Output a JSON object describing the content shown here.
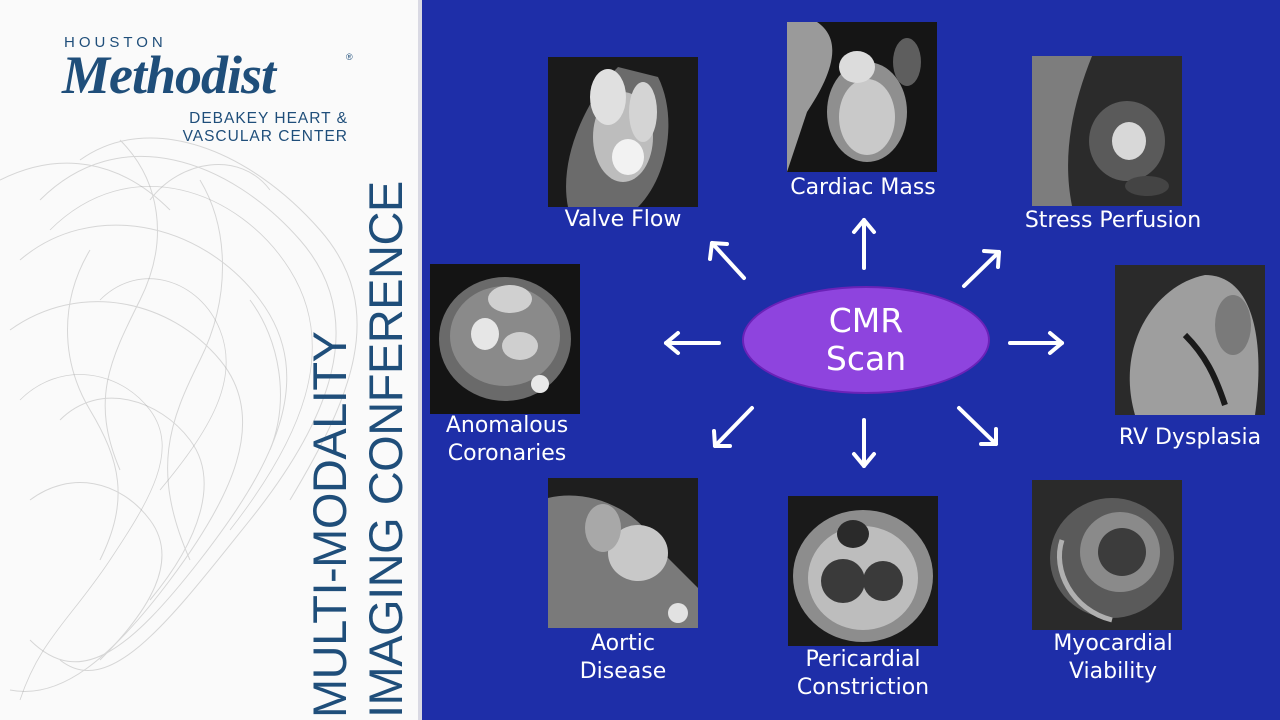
{
  "branding": {
    "top_line": "HOUSTON",
    "name": "Methodist",
    "reg_mark": "®",
    "sub_line_1": "DEBAKEY HEART &",
    "sub_line_2": "VASCULAR CENTER"
  },
  "conference_title": {
    "line_1": "MULTI-MODALITY",
    "line_2": "IMAGING CONFERENCE"
  },
  "diagram": {
    "center": {
      "line_1": "CMR",
      "line_2": "Scan"
    },
    "nodes": [
      {
        "id": "valve-flow",
        "label_lines": [
          "Valve Flow"
        ]
      },
      {
        "id": "cardiac-mass",
        "label_lines": [
          "Cardiac Mass"
        ]
      },
      {
        "id": "stress-perfusion",
        "label_lines": [
          "Stress Perfusion"
        ]
      },
      {
        "id": "anomalous-coronaries",
        "label_lines": [
          "Anomalous",
          "Coronaries"
        ]
      },
      {
        "id": "rv-dysplasia",
        "label_lines": [
          "RV Dysplasia"
        ]
      },
      {
        "id": "aortic-disease",
        "label_lines": [
          "Aortic",
          "Disease"
        ]
      },
      {
        "id": "pericardial-constriction",
        "label_lines": [
          "Pericardial",
          "Constriction"
        ]
      },
      {
        "id": "myocardial-viability",
        "label_lines": [
          "Myocardial",
          "Viability"
        ]
      }
    ]
  },
  "colors": {
    "brand_blue": "#1f4e7a",
    "panel_blue": "#1e2ea8",
    "center_purple": "#8e44de",
    "arrow_white": "#ffffff"
  }
}
